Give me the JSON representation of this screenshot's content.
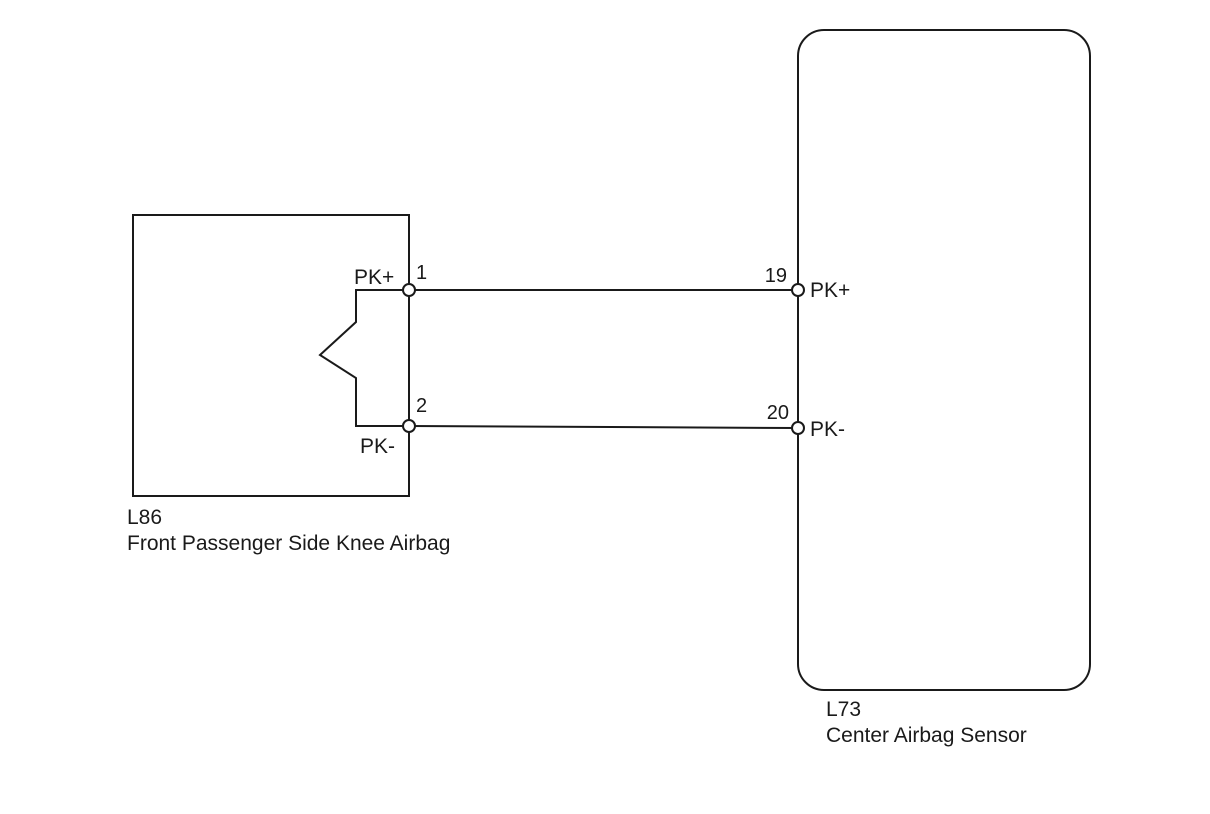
{
  "components": {
    "airbag": {
      "code": "L86",
      "name": "Front Passenger Side Knee Airbag",
      "terminals": [
        {
          "pin": "1",
          "signal": "PK+"
        },
        {
          "pin": "2",
          "signal": "PK-"
        }
      ]
    },
    "sensor": {
      "code": "L73",
      "name": "Center Airbag Sensor",
      "terminals": [
        {
          "pin": "19",
          "signal": "PK+"
        },
        {
          "pin": "20",
          "signal": "PK-"
        }
      ]
    }
  },
  "connections": [
    {
      "from": "L86-1",
      "to": "L73-19"
    },
    {
      "from": "L86-2",
      "to": "L73-20"
    }
  ]
}
